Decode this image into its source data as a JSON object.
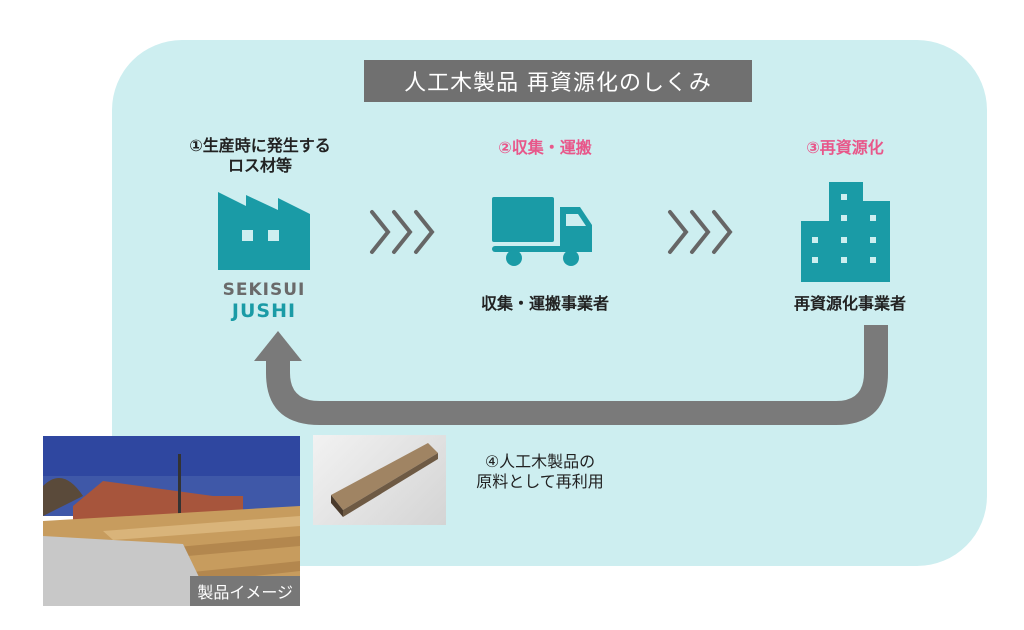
{
  "title": "人工木製品 再資源化のしくみ",
  "step1": {
    "label_line1": "①生産時に発生する",
    "label_line2": "ロス材等",
    "logo_line1": "SEKISUI",
    "logo_line2": "JUSHI",
    "icon": "factory-icon"
  },
  "step2": {
    "label": "②収集・運搬",
    "caption": "収集・運搬事業者",
    "icon": "truck-icon"
  },
  "step3": {
    "label": "③再資源化",
    "caption": "再資源化事業者",
    "icon": "building-icon"
  },
  "step4": {
    "label_line1": "④人工木製品の",
    "label_line2": "原料として再利用"
  },
  "photo_caption": "製品イメージ",
  "colors": {
    "panel": "#cdeef0",
    "teal": "#1a9ba6",
    "pink": "#e8578a",
    "gray": "#7a7a7a"
  }
}
